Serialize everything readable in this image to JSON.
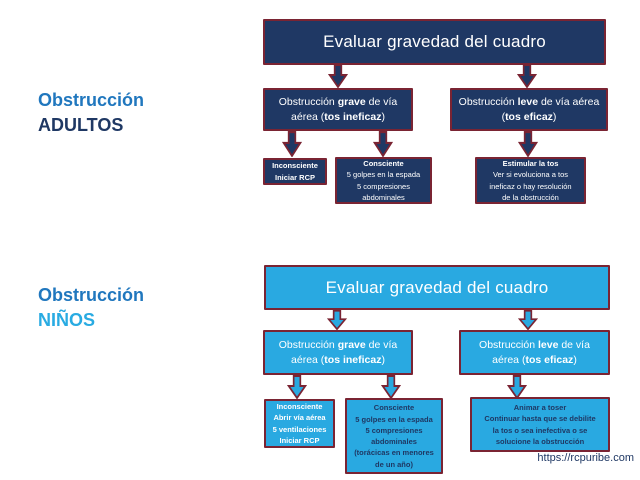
{
  "colors": {
    "navy": "#1f3864",
    "maroon_border": "#7a2433",
    "light_blue": "#29a9e1",
    "label_blue": "#2077be",
    "label_cyan": "#29abe2",
    "white": "#ffffff"
  },
  "adults": {
    "label_line1": "Obstrucción",
    "label_line2": "ADULTOS",
    "header": "Evaluar gravedad del cuadro",
    "grave": {
      "t1": "Obstrucción ",
      "b1": "grave",
      "t2": " de vía aérea (",
      "b2": "tos ineficaz",
      "t3": ")"
    },
    "leve": {
      "t1": "Obstrucción ",
      "b1": "leve",
      "t2": " de vía aérea (",
      "b2": "tos eficaz",
      "t3": ")"
    },
    "outcomes": [
      {
        "title": "Inconsciente",
        "lines": [
          "Iniciar RCP"
        ]
      },
      {
        "title": "Consciente",
        "lines": [
          "5 golpes en la espada",
          "5 compresiones",
          "abdominales"
        ]
      },
      {
        "title": "Estimular la tos",
        "lines": [
          "Ver si evoluciona a tos",
          "ineficaz o hay resolución",
          "de la obstrucción"
        ]
      }
    ]
  },
  "ninos": {
    "label_line1": "Obstrucción",
    "label_line2": "NIÑOS",
    "header": "Evaluar gravedad del cuadro",
    "grave": {
      "t1": "Obstrucción ",
      "b1": "grave",
      "t2": " de vía aérea (",
      "b2": "tos ineficaz",
      "t3": ")"
    },
    "leve": {
      "t1": "Obstrucción ",
      "b1": "leve",
      "t2": " de vía aérea (",
      "b2": "tos eficaz",
      "t3": ")"
    },
    "outcomes": [
      {
        "title": "Inconsciente",
        "lines": [
          "Abrir vía aérea",
          "5 ventilaciones",
          "Iniciar RCP"
        ]
      },
      {
        "title": "Consciente",
        "lines": [
          "5 golpes en la espada",
          "5 compresiones",
          "abdominales",
          "(torácicas en menores",
          "de un año)"
        ]
      },
      {
        "title": "Animar a toser",
        "lines": [
          "Continuar hasta que se debilite",
          "la tos o sea inefectiva o se",
          "solucione la obstrucción"
        ]
      }
    ]
  },
  "footer": {
    "url": "https://rcpuribe.com"
  }
}
